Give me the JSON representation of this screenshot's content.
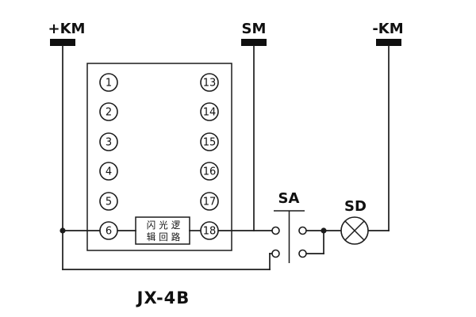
{
  "diagram": {
    "title": "JX-4B",
    "buses": {
      "positive_label": "+KM",
      "flash_label": "SM",
      "negative_label": "-KM"
    },
    "device": {
      "left_pins": [
        "1",
        "2",
        "3",
        "4",
        "5",
        "6"
      ],
      "right_pins": [
        "13",
        "14",
        "15",
        "16",
        "17",
        "18"
      ],
      "inner_label_line1": "闪光逻",
      "inner_label_line2": "辑回路"
    },
    "switch_label": "SA",
    "lamp_label": "SD",
    "colors": {
      "line": "#1c1c1c",
      "background": "#ffffff"
    }
  }
}
